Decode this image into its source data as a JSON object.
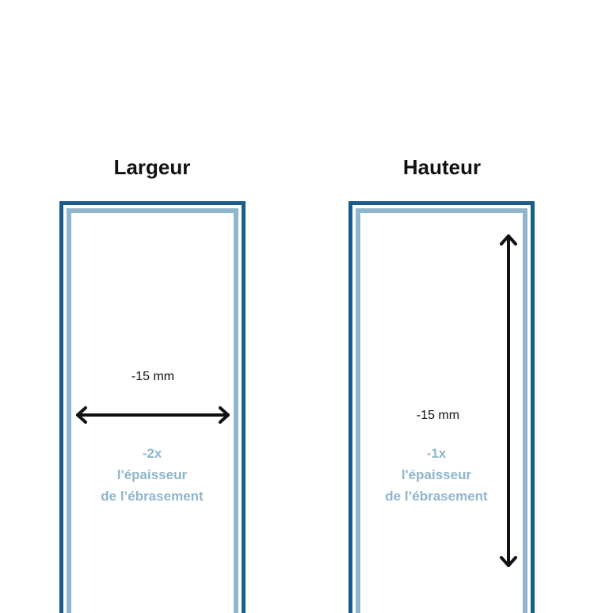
{
  "panels": [
    {
      "title": "Largeur",
      "measure": "-15 mm",
      "factor": "-2x",
      "line1": "l'épaisseur",
      "line2": "de l’ébrasement"
    },
    {
      "title": "Hauteur",
      "measure": "-15 mm",
      "factor": "-1x",
      "line1": "l'épaisseur",
      "line2": "de l’ébrasement"
    }
  ],
  "colors": {
    "frame_dark": "#1b5d8a",
    "frame_light": "#8fb6cc",
    "arrow": "#111111",
    "text_accent": "#8fb6cc"
  }
}
